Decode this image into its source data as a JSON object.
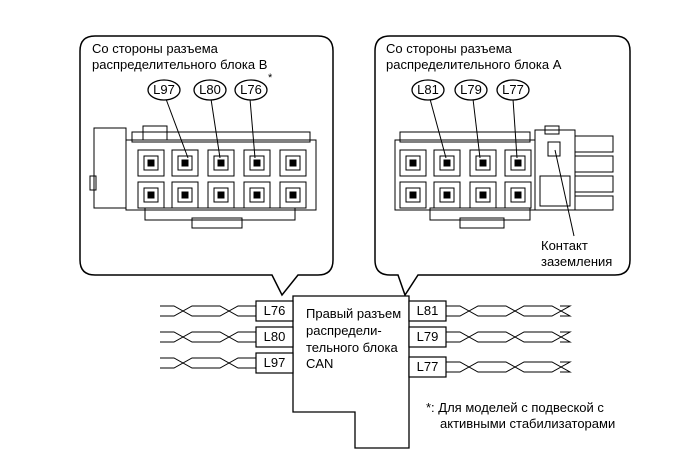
{
  "callout_left": {
    "title_line1": "Со стороны разъема",
    "title_line2": "распределительного блока B",
    "pins": [
      "L97",
      "L80",
      "L76"
    ],
    "asterisk": "*"
  },
  "callout_right": {
    "title_line1": "Со стороны разъема",
    "title_line2": "распределительного блока A",
    "pins": [
      "L81",
      "L79",
      "L77"
    ],
    "ground_line1": "Контакт",
    "ground_line2": "заземления"
  },
  "block": {
    "line1": "Правый разъем",
    "line2": "распредели-",
    "line3": "тельного блока",
    "line4": "CAN"
  },
  "left_terminals": [
    "L76",
    "L80",
    "L97"
  ],
  "right_terminals": [
    "L81",
    "L79",
    "L77"
  ],
  "footnote": {
    "line1": "*: Для моделей с подвеской с",
    "line2": "активными стабилизаторами"
  }
}
